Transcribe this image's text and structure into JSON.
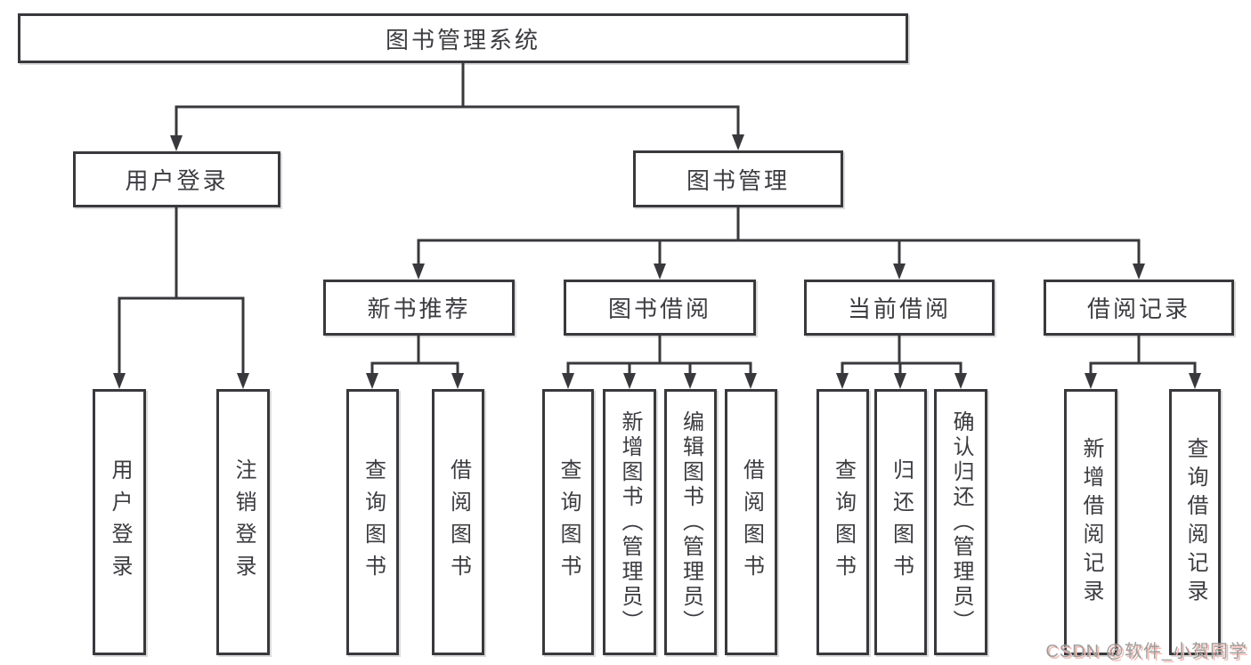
{
  "diagram": {
    "type": "hierarchy-tree",
    "colors": {
      "background": "#ffffff",
      "line": "#39393d",
      "box_border": "#39393d",
      "text": "#3c3c41",
      "watermark_text": "#9e9e9e",
      "watermark_shadow": "#f2bcb4"
    },
    "tree": {
      "label": "图书管理系统",
      "children": [
        {
          "label": "用户登录",
          "children": [
            {
              "label": "用户登录"
            },
            {
              "label": "注销登录"
            }
          ]
        },
        {
          "label": "图书管理",
          "children": [
            {
              "label": "新书推荐",
              "children": [
                {
                  "label": "查询图书"
                },
                {
                  "label": "借阅图书"
                }
              ]
            },
            {
              "label": "图书借阅",
              "children": [
                {
                  "label": "查询图书"
                },
                {
                  "label": "新增图书（管理员）"
                },
                {
                  "label": "编辑图书（管理员）"
                },
                {
                  "label": "借阅图书"
                }
              ]
            },
            {
              "label": "当前借阅",
              "children": [
                {
                  "label": "查询图书"
                },
                {
                  "label": "归还图书"
                },
                {
                  "label": "确认归还（管理员）"
                }
              ]
            },
            {
              "label": "借阅记录",
              "children": [
                {
                  "label": "新增借阅记录"
                },
                {
                  "label": "查询借阅记录"
                }
              ]
            }
          ]
        }
      ]
    },
    "watermark": {
      "text": "CSDN @软件_小贺同学"
    }
  }
}
